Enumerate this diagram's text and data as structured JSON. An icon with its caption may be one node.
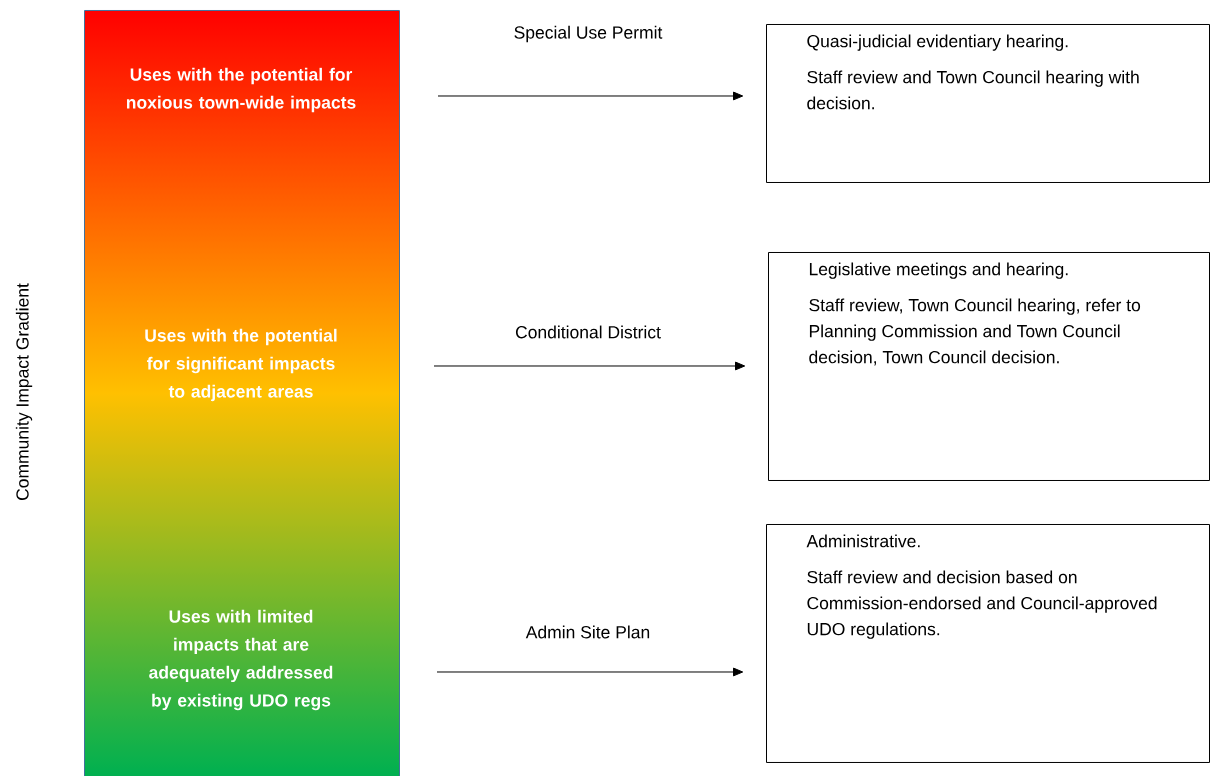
{
  "diagram": {
    "nodes": [
      {
        "text": [],
        "shape": "bar"
      },
      {
        "text": [
          "Uses with the potential for noxious town-wide impacts"
        ],
        "in": 0
      },
      {
        "text": [
          "Uses with the potential for significant impacts to adjacent areas"
        ],
        "in": 0
      },
      {
        "text": [
          "Uses with limited impacts that are adequately addressed by existing UDO regs"
        ],
        "in": 0
      },
      {
        "text": [
          "Quasi-judicial evidentiary hearing.",
          "Staff review and Town Council hearing with decision."
        ]
      },
      {
        "text": [
          "Legislative meetings and hearing.",
          "Staff review, Town Council hearing, refer to Planning Commission and Town Council decision, Town Council decision."
        ]
      },
      {
        "text": [
          "Administrative.",
          "Staff review and decision based on Commission-endorsed and Council-approved UDO regulations."
        ]
      }
    ],
    "edges": [
      {
        "from": null,
        "to": 4,
        "arrow": "to",
        "label": "Special Use Permit"
      },
      {
        "from": null,
        "to": 5,
        "arrow": "to",
        "label": "Conditional District"
      },
      {
        "from": null,
        "to": 6,
        "arrow": "to",
        "label": "Admin Site Plan"
      }
    ],
    "labels": [
      "Community Impact Gradient"
    ]
  }
}
